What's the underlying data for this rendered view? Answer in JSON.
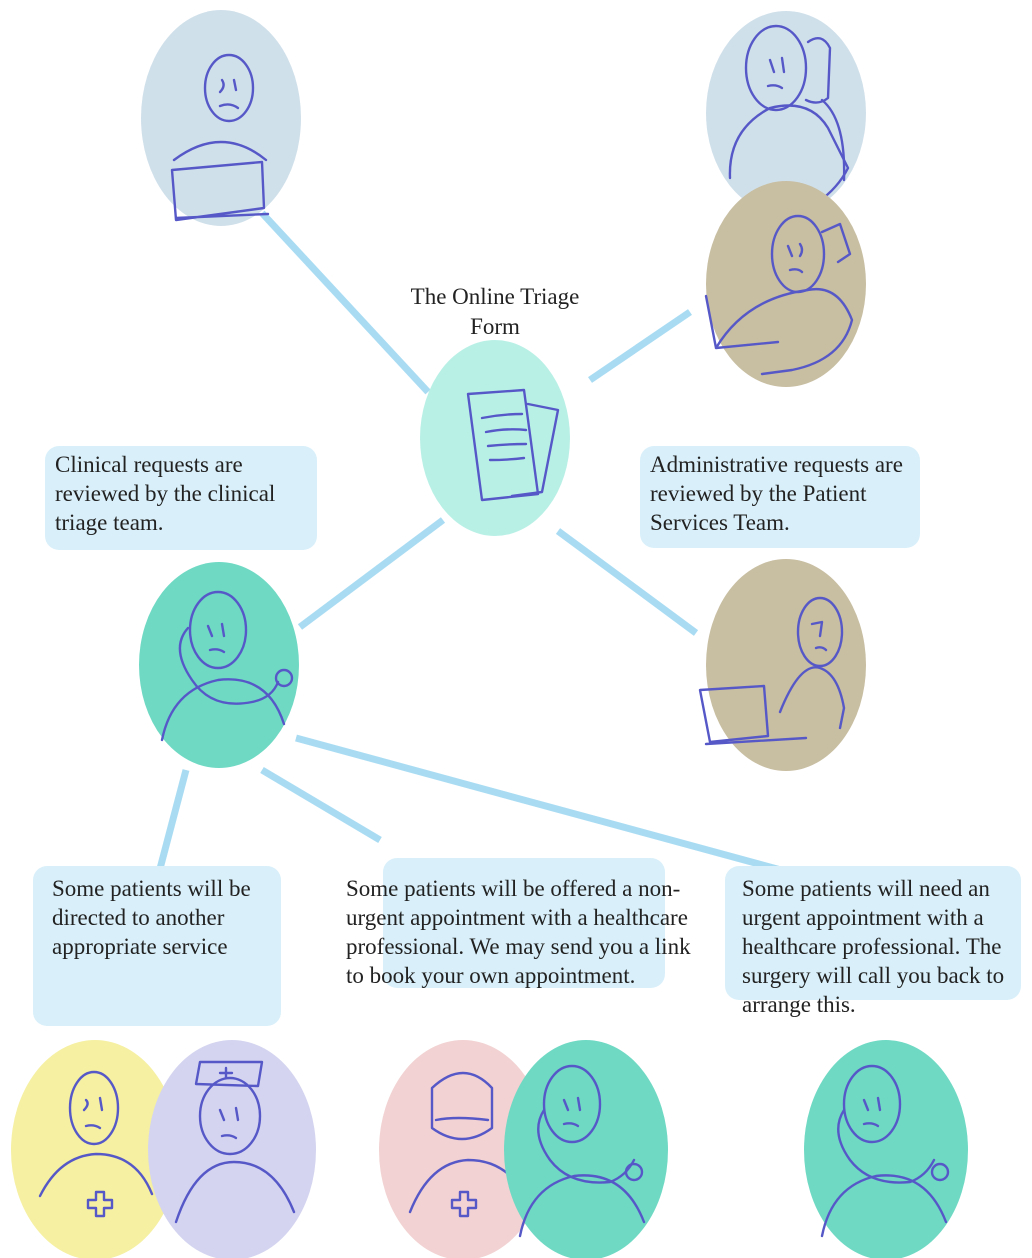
{
  "diagram": {
    "title": "The Online Triage Form",
    "clinical_note": "Clinical requests are reviewed by the clinical triage team.",
    "admin_note": "Administrative requests are reviewed by the Patient Services Team.",
    "outcomes": [
      "Some patients will be directed to another appropriate service",
      "Some patients will be offered a non-urgent appointment with a healthcare professional. We may send you a link to book your own appointment.",
      "Some patients will need an urgent appointment with a healthcare professional. The surgery will call you back to arrange this."
    ]
  },
  "colors": {
    "connector": "#a9dcf3",
    "text_box": "#d9f0fa",
    "patient": "#d0e0ea",
    "form": "#b9f0e6",
    "clinician": "#6fd9c4",
    "admin": "#c8bea2",
    "pharmacist": "#f5f0a2",
    "nurse": "#d4d4f0",
    "dentist": "#f2d2d2",
    "ink": "#5658c8"
  },
  "icons": [
    "patient-laptop-icon",
    "patient-phone-icon",
    "receptionist-phone-icon",
    "online-form-icon",
    "clinician-stethoscope-icon",
    "admin-laptop-icon",
    "pharmacist-icon",
    "nurse-icon",
    "masked-clinician-icon"
  ]
}
